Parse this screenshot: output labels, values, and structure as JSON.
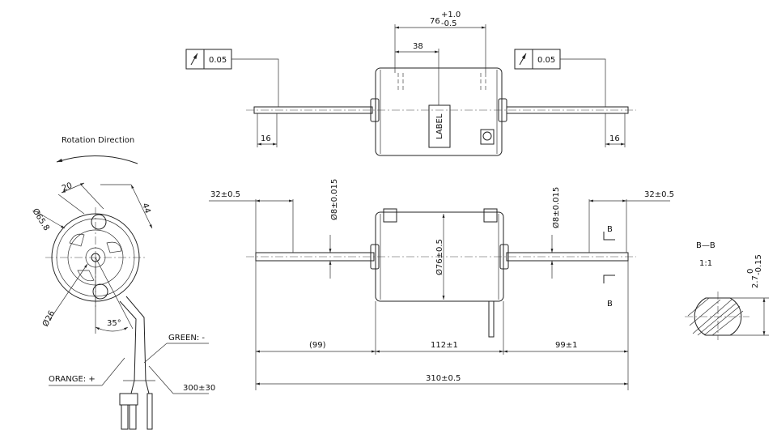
{
  "rotation": {
    "label": "Rotation Direction"
  },
  "tolerance_frames": {
    "left_value": "0.05",
    "right_value": "0.05"
  },
  "top_view": {
    "dim_overall_body": "76",
    "dim_overall_body_upper_tol": "+1.0",
    "dim_overall_body_lower_tol": "-0.5",
    "dim_bracket": "38",
    "dim_left_shaft_end": "16",
    "dim_right_shaft_end": "16"
  },
  "front_view": {
    "dim_left_flat": "32±0.5",
    "dim_right_flat": "32±0.5",
    "dim_left_shaft_dia": "Ø8±0.015",
    "dim_right_shaft_dia": "Ø8±0.015",
    "dim_body_dia": "Ø76±0.5",
    "dim_left_length": "(99)",
    "dim_body_length": "112±1",
    "dim_right_length": "99±1",
    "dim_total_length": "310±0.5",
    "section_marker": "B"
  },
  "section_view": {
    "title": "B—B",
    "scale": "1:1",
    "flat_dim": "2.7",
    "flat_upper_tol": "0",
    "flat_lower_tol": "-0.15"
  },
  "end_view": {
    "dim_mount_dia": "Ø65.8",
    "dim_width_20": "20",
    "dim_44": "44",
    "dim_hole_dia": "Ø26",
    "dim_angle": "35°",
    "wire_green": "GREEN: -",
    "wire_orange": "ORANGE: +",
    "wire_length": "300±30"
  }
}
